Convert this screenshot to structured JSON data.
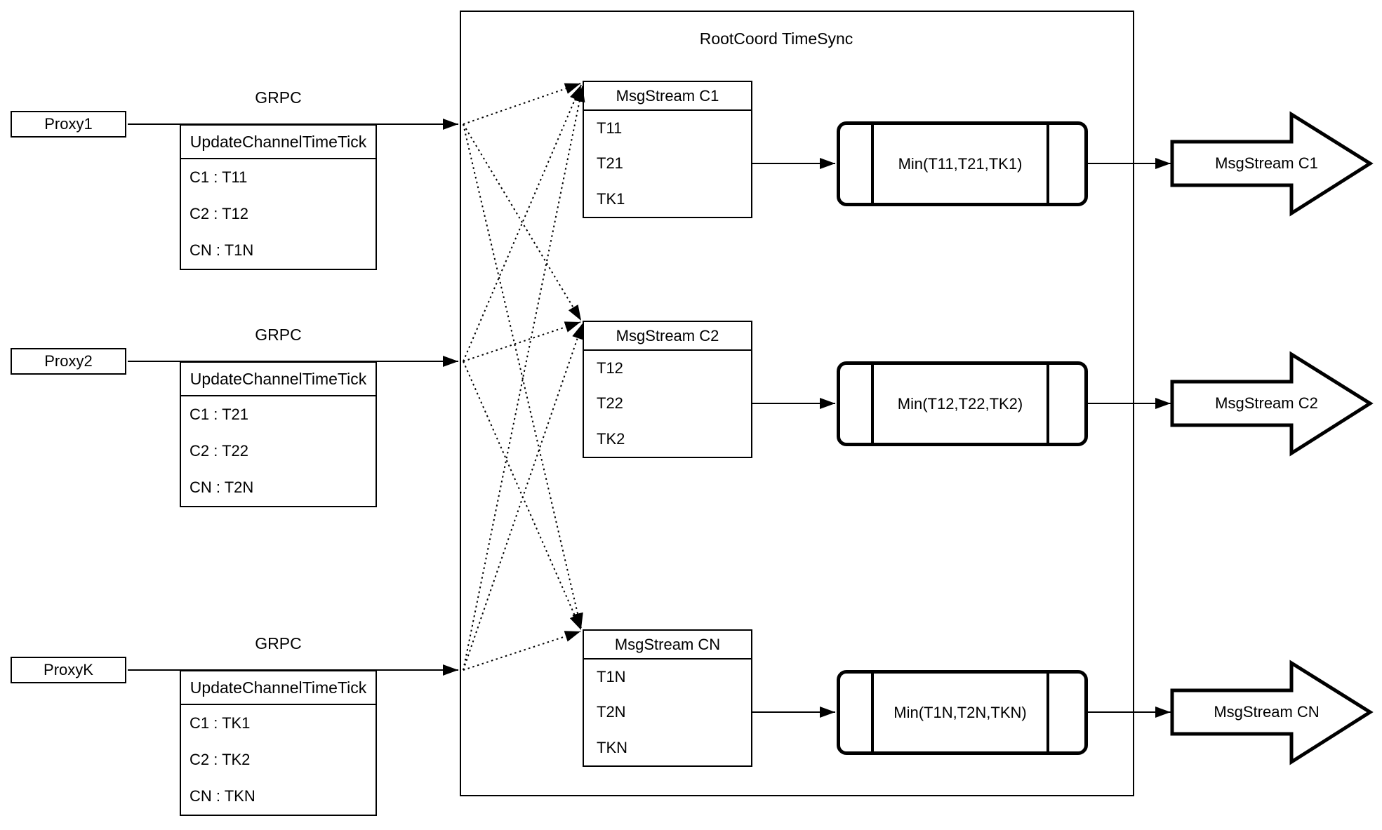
{
  "diagram": {
    "container_title": "RootCoord TimeSync",
    "proxies": [
      {
        "name": "Proxy1",
        "protocol": "GRPC",
        "table": {
          "header": "UpdateChannelTimeTick",
          "rows": [
            "C1 :  T11",
            "C2 :  T12",
            "CN : T1N"
          ]
        }
      },
      {
        "name": "Proxy2",
        "protocol": "GRPC",
        "table": {
          "header": "UpdateChannelTimeTick",
          "rows": [
            "C1 :  T21",
            "C2 :  T22",
            "CN : T2N"
          ]
        }
      },
      {
        "name": "ProxyK",
        "protocol": "GRPC",
        "table": {
          "header": "UpdateChannelTimeTick",
          "rows": [
            "C1 :  TK1",
            "C2 :  TK2",
            "CN : TKN"
          ]
        }
      }
    ],
    "streams": [
      {
        "table_header": "MsgStream C1",
        "values": [
          "T11",
          "T21",
          "TK1"
        ],
        "min_label": "Min(T11,T21,TK1)",
        "output_label": "MsgStream C1"
      },
      {
        "table_header": "MsgStream C2",
        "values": [
          "T12",
          "T22",
          "TK2"
        ],
        "min_label": "Min(T12,T22,TK2)",
        "output_label": "MsgStream C2"
      },
      {
        "table_header": "MsgStream CN",
        "values": [
          "T1N",
          "T2N",
          "TKN"
        ],
        "min_label": "Min(T1N,T2N,TKN)",
        "output_label": "MsgStream CN"
      }
    ],
    "colors": {
      "stroke": "#000000",
      "background": "#ffffff"
    }
  }
}
